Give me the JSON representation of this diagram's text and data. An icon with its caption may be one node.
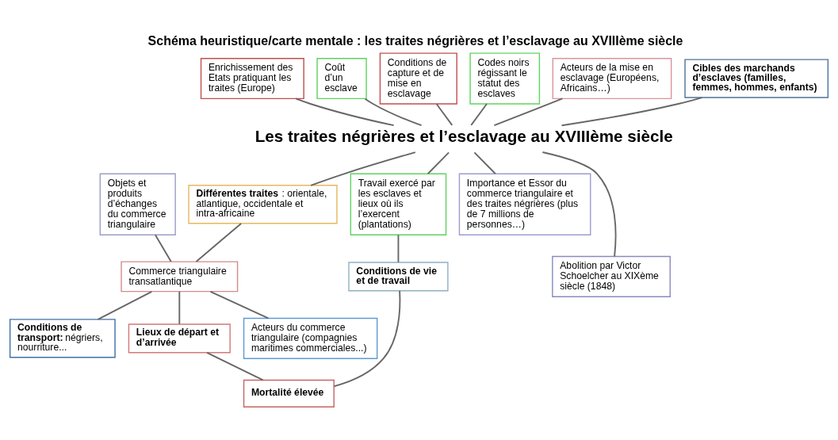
{
  "diagram": {
    "title": "Schéma heuristique/carte mentale : les traites négrières et l’esclavage au XVIIIème siècle",
    "nodes": [
      {
        "text": [
          "Les traites négrières et l’esclavage au XVIIIème siècle"
        ]
      },
      {
        "text": [
          "Enrichissement des Etats pratiquant les traites (Europe)"
        ]
      },
      {
        "text": [
          "Coût d’un esclave"
        ]
      },
      {
        "text": [
          "Conditions de capture et de mise en esclavage"
        ]
      },
      {
        "text": [
          "Codes noirs régissant le statut des esclaves"
        ]
      },
      {
        "text": [
          "Acteurs de la mise en esclavage (Européens, Africains…)"
        ]
      },
      {
        "text": [
          "Cibles des marchands d’esclaves (familles, femmes, hommes, enfants)"
        ]
      },
      {
        "text": [
          "Objets et produits d’échanges du commerce triangulaire"
        ]
      },
      {
        "text": [
          "**Différentes traites**: orientale, atlantique, occidentale et intra-africaine"
        ]
      },
      {
        "text": [
          "Travail exercé par les esclaves et lieux où ils l’exercent (plantations)"
        ]
      },
      {
        "text": [
          "Importance et Essor du commerce triangulaire et des traites négrières (plus de 7 millions de personnes…)"
        ]
      },
      {
        "text": [
          "Commerce triangulaire transatlantique"
        ]
      },
      {
        "text": [
          "**Conditions de transport:** négriers, nourriture..."
        ]
      },
      {
        "text": [
          "Conditions de vie et de travail"
        ]
      },
      {
        "text": [
          "Lieux de départ et d’arrivée"
        ]
      },
      {
        "text": [
          "Abolition par Victor Schoelcher au XIXème siècle (1848)"
        ]
      },
      {
        "text": [
          "Acteurs du commerce triangulaire (compagnies maritimes commerciales...)"
        ]
      },
      {
        "text": [
          "Mortalité élevée"
        ]
      }
    ],
    "edges": [
      {
        "from": 1,
        "to": 0,
        "arrow": "none"
      },
      {
        "from": 2,
        "to": 0,
        "arrow": "none"
      },
      {
        "from": 3,
        "to": 0,
        "arrow": "none"
      },
      {
        "from": 4,
        "to": 0,
        "arrow": "none"
      },
      {
        "from": 5,
        "to": 0,
        "arrow": "none"
      },
      {
        "from": 6,
        "to": 0,
        "arrow": "none"
      },
      {
        "from": 0,
        "to": 8,
        "arrow": "none"
      },
      {
        "from": 0,
        "to": 9,
        "arrow": "none"
      },
      {
        "from": 0,
        "to": 10,
        "arrow": "none"
      },
      {
        "from": 0,
        "to": 15,
        "arrow": "none"
      },
      {
        "from": 7,
        "to": 11,
        "arrow": "none"
      },
      {
        "from": 8,
        "to": 11,
        "arrow": "none"
      },
      {
        "from": 11,
        "to": 12,
        "arrow": "none"
      },
      {
        "from": 11,
        "to": 14,
        "arrow": "none"
      },
      {
        "from": 11,
        "to": 16,
        "arrow": "none"
      },
      {
        "from": 14,
        "to": 17,
        "arrow": "none"
      },
      {
        "from": 9,
        "to": 13,
        "arrow": "none"
      },
      {
        "from": 13,
        "to": 17,
        "arrow": "none"
      }
    ]
  }
}
